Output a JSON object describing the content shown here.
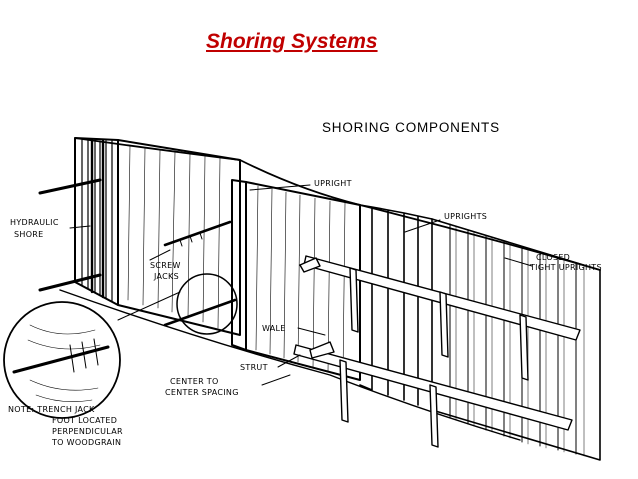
{
  "slide": {
    "title": "Shoring Systems"
  },
  "diagram": {
    "title": "SHORING COMPONENTS",
    "labels": {
      "hydraulic_shore_1": "HYDRAULIC",
      "hydraulic_shore_2": "SHORE",
      "screw_jacks_1": "SCREW",
      "screw_jacks_2": "JACKS",
      "upright": "UPRIGHT",
      "uprights": "UPRIGHTS",
      "closed_uprights_1": "CLOSED",
      "closed_uprights_2": "TIGHT UPRIGHTS",
      "wale": "WALE",
      "strut": "STRUT",
      "center_spacing_1": "CENTER TO",
      "center_spacing_2": "CENTER SPACING",
      "note_1": "NOTE:  TRENCH JACK",
      "note_2": "FOOT LOCATED",
      "note_3": "PERPENDICULAR",
      "note_4": "TO WOODGRAIN"
    }
  }
}
